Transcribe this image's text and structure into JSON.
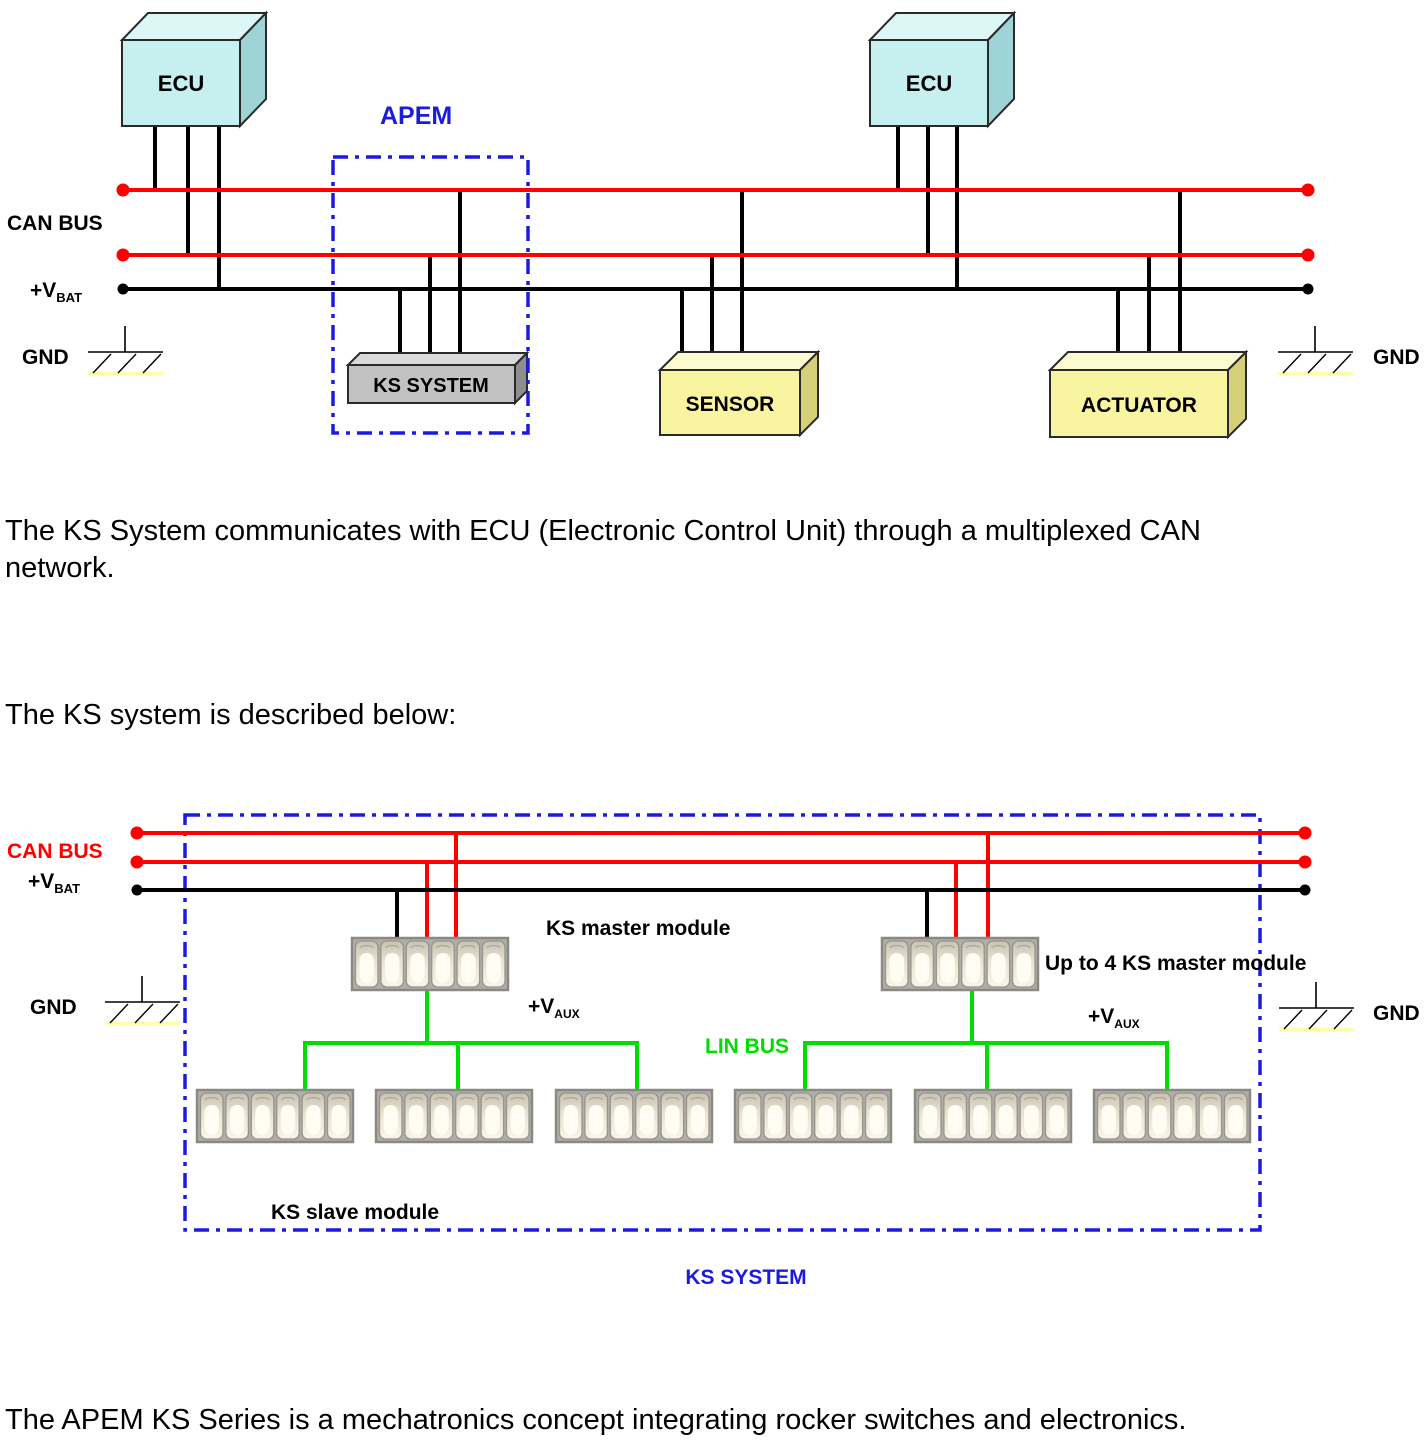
{
  "paragraphs": {
    "can_network": "The KS System communicates with ECU (Electronic Control Unit) through a multiplexed CAN\nnetwork.",
    "ks_described": "The KS system is described below:",
    "apem_series": "The APEM KS Series is a mechatronics concept integrating rocker switches and electronics."
  },
  "colors": {
    "can_bus_red": "#ff0000",
    "vbat_black": "#000000",
    "lin_bus_green": "#00dd00",
    "apem_blue": "#1b1be0",
    "ecu_box_cyan": "#c6eff0",
    "device_box_yellow": "#f8f4a0",
    "ks_box_gray": "#c2c2c2",
    "gnd_underline_yellow": "#ffffa8"
  },
  "diagram_can_network": {
    "ecu_left": "ECU",
    "ecu_right": "ECU",
    "apem": "APEM",
    "ks_system_box": "KS SYSTEM",
    "sensor": "SENSOR",
    "actuator": "ACTUATOR",
    "can_bus": "CAN BUS",
    "vbat_main": "+V",
    "vbat_sub": "BAT",
    "gnd_left": "GND",
    "gnd_right": "GND"
  },
  "diagram_ks_system": {
    "can_bus": "CAN BUS",
    "vbat_main": "+V",
    "vbat_sub": "BAT",
    "gnd_left": "GND",
    "gnd_right": "GND",
    "ks_master_label": "KS master module",
    "up_to_4_label": "Up to 4 KS master module",
    "vaux_left_main": "+V",
    "vaux_left_sub": "AUX",
    "vaux_right_main": "+V",
    "vaux_right_sub": "AUX",
    "lin_bus": "LIN BUS",
    "ks_slave_label": "KS slave module",
    "ks_system_label": "KS SYSTEM"
  }
}
